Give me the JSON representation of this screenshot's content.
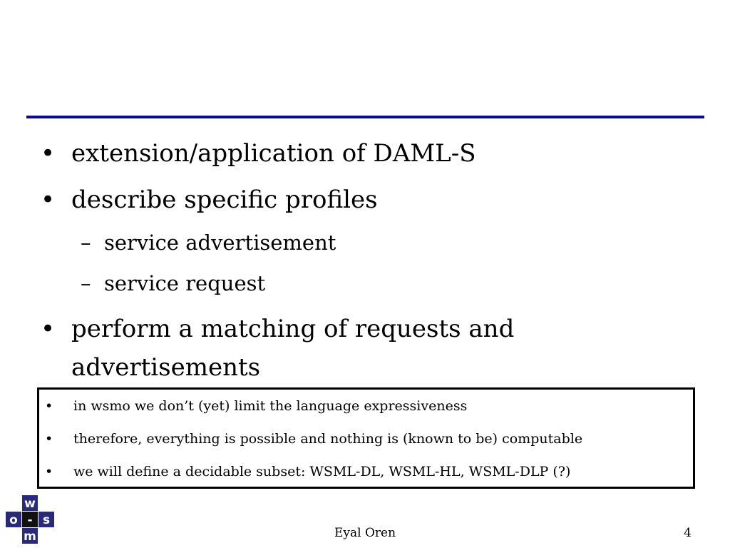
{
  "slide": {
    "bullets": [
      {
        "marker": "•",
        "text": "extension/application of DAML-S"
      },
      {
        "marker": "•",
        "text": "describe specific profiles"
      },
      {
        "marker": "–",
        "text": "service advertisement"
      },
      {
        "marker": "–",
        "text": "service request"
      },
      {
        "marker": "•",
        "text": "perform a matching of requests and"
      },
      {
        "marker": "",
        "text": "advertisements"
      }
    ],
    "notes": [
      {
        "marker": "•",
        "text": "in wsmo we don’t (yet) limit the language expressiveness"
      },
      {
        "marker": "•",
        "text": "therefore, everything is possible and nothing is (known to be) computable"
      },
      {
        "marker": "•",
        "text": "we will define a decidable subset: WSML-DL, WSML-HL, WSML-DLP (?)"
      }
    ]
  },
  "logo": {
    "letters": [
      "w",
      "s",
      "m",
      "o"
    ],
    "center": "-",
    "color": "#2a2a7a"
  },
  "footer": {
    "author": "Eyal Oren",
    "page": "4"
  },
  "colors": {
    "rule": "#0a0a8c",
    "text": "#000000"
  }
}
